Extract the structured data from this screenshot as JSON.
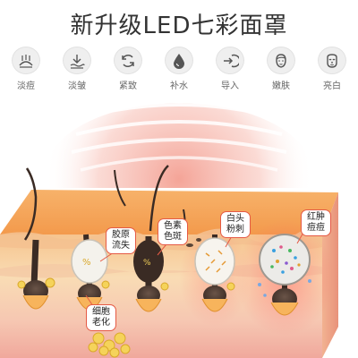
{
  "title": "新升级LED七彩面罩",
  "features": [
    {
      "label": "淡痘",
      "icon": "acne-icon"
    },
    {
      "label": "淡皱",
      "icon": "wrinkle-icon"
    },
    {
      "label": "紧致",
      "icon": "firming-icon"
    },
    {
      "label": "补水",
      "icon": "water-drop-icon"
    },
    {
      "label": "导入",
      "icon": "import-icon"
    },
    {
      "label": "嫩肤",
      "icon": "face-icon"
    },
    {
      "label": "亮白",
      "icon": "face-mask-icon"
    }
  ],
  "callouts": {
    "collagen": [
      "胶原",
      "流失"
    ],
    "pigment": [
      "色素",
      "色斑"
    ],
    "blackheads": [
      "白头",
      "粉刺"
    ],
    "acne": [
      "红肿",
      "痘痘"
    ],
    "aging": [
      "细胞",
      "老化"
    ]
  },
  "colors": {
    "accent": "#e55a45",
    "glow": "#f7a89e",
    "skin_top": "#f4a35a",
    "skin_mid": "#f8d7a8",
    "skin_low": "#f2b0a5"
  }
}
